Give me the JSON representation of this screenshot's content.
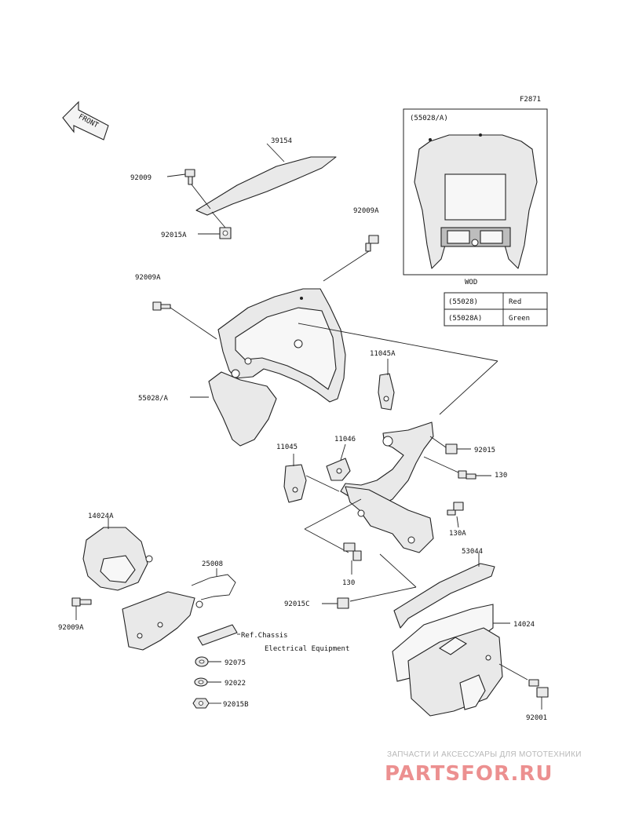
{
  "figure_id": "F2871",
  "front_label": "FRONT",
  "inset": {
    "caption": "(55028/A)",
    "model_label": "WOD"
  },
  "color_table": [
    {
      "part": "(55028)",
      "color": "Red"
    },
    {
      "part": "(55028A)",
      "color": "Green"
    }
  ],
  "parts": {
    "p39154": "39154",
    "p92009_a": "92009",
    "p92015A": "92015A",
    "p92009A_top": "92009A",
    "p92009A_left": "92009A",
    "p55028A": "55028/A",
    "p11045A": "11045A",
    "p11046": "11046",
    "p11045": "11045",
    "p92015": "92015",
    "p130_a": "130",
    "p130A": "130A",
    "p130_b": "130",
    "p92015C": "92015C",
    "p14024A": "14024A",
    "p25008": "25008",
    "p92009A_bottom": "92009A",
    "p53044": "53044",
    "p14024": "14024",
    "p92001": "92001",
    "p92075": "92075",
    "p92022": "92022",
    "p92015B": "92015B"
  },
  "reference_note": {
    "line1": "Ref.Chassis",
    "line2": "Electrical Equipment"
  },
  "watermark": {
    "top": "ЗАПЧАСТИ И АКСЕССУАРЫ ДЛЯ МОТОТЕХНИКИ",
    "brand": "PARTSFOR.RU"
  }
}
